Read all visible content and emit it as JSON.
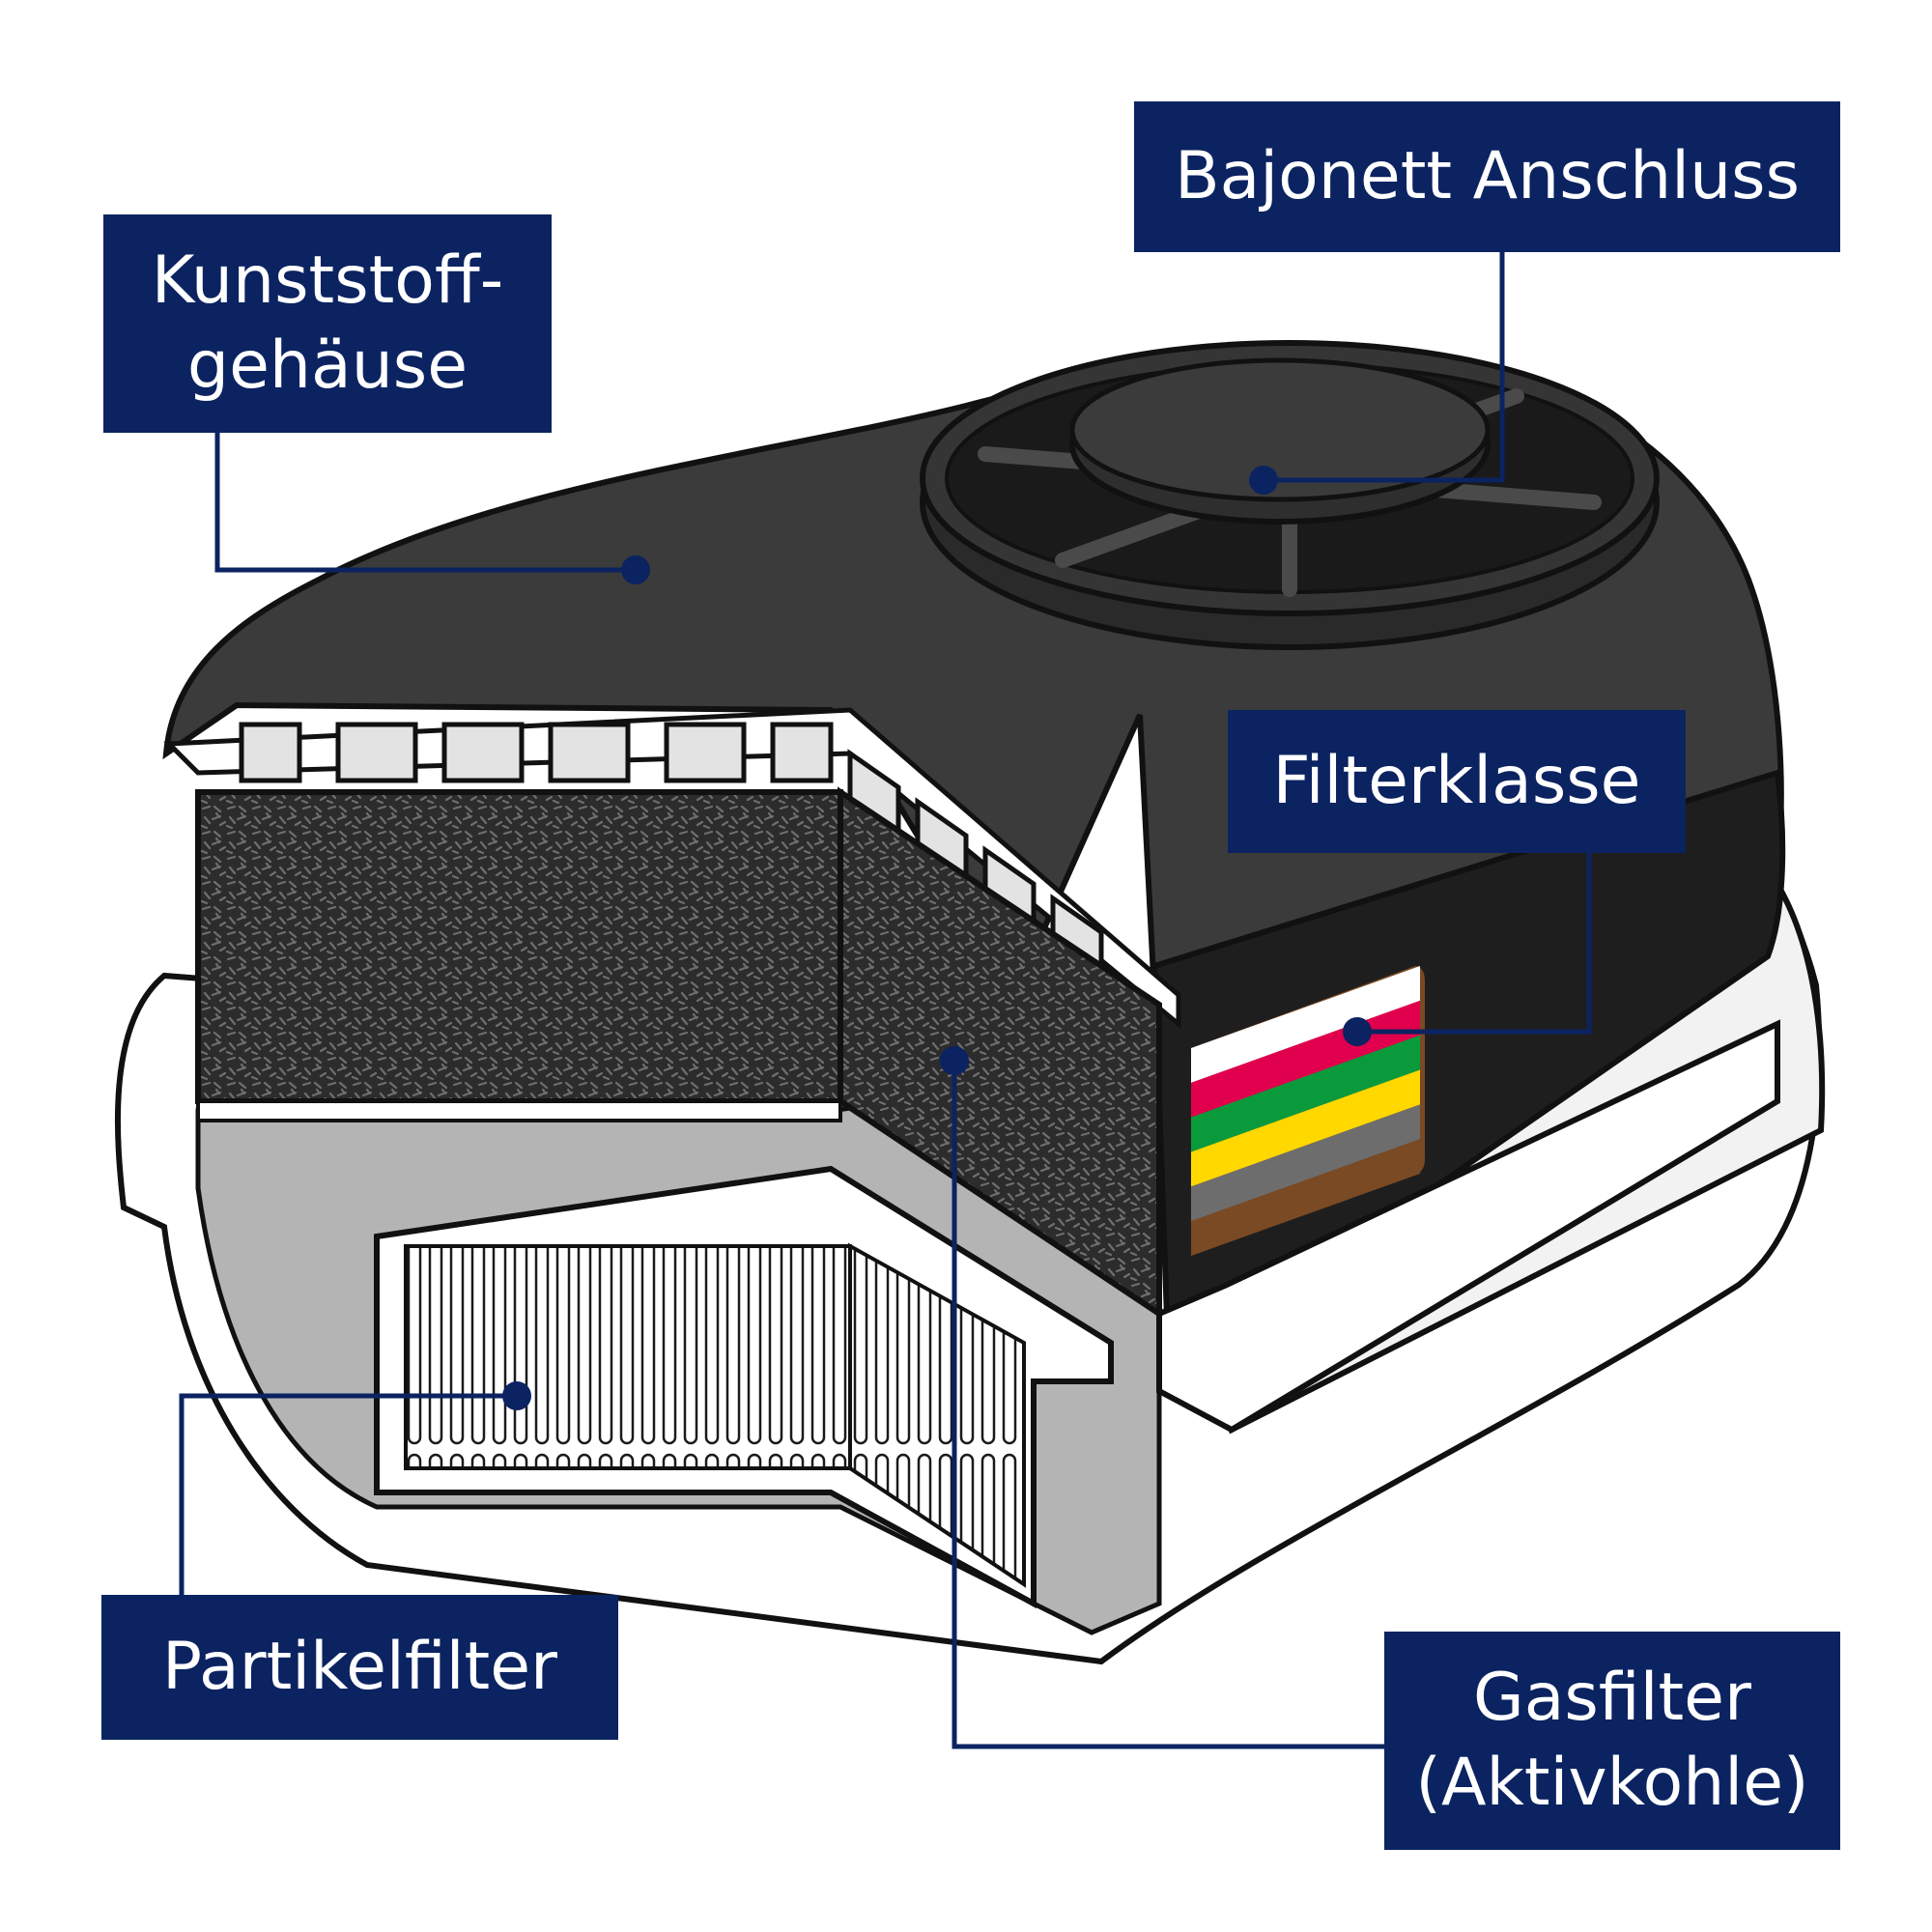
{
  "labels": {
    "housing": {
      "lines": [
        "Kunststoff-",
        "gehäuse"
      ]
    },
    "bayonet": {
      "lines": [
        "Bajonett Anschluss"
      ]
    },
    "filter_class": {
      "lines": [
        "Filterklasse"
      ]
    },
    "particle": {
      "lines": [
        "Partikelfilter"
      ]
    },
    "gas": {
      "lines": [
        "Gasfilter",
        "(Aktivkohle)"
      ]
    }
  },
  "colors": {
    "label_bg": "#0b2361",
    "label_text": "#ffffff",
    "leader_line": "#0b2361",
    "housing_dark": "#3b3b3b",
    "housing_black": "#1e1e1e",
    "housing_white": "#ffffff",
    "inner_grey": "#b4b4b4",
    "carbon": "#2c2c2c"
  },
  "filter_class_stripes": [
    "#ffffff",
    "#e0004d",
    "#0a9a3c",
    "#ffd800",
    "#6d6d6d",
    "#7a4a24"
  ]
}
